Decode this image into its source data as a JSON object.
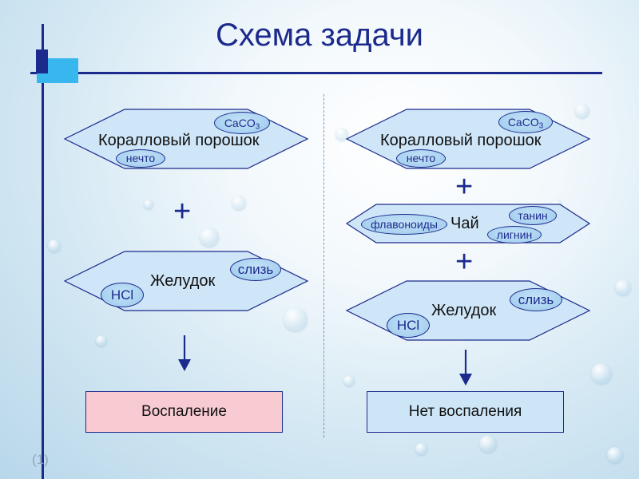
{
  "slide": {
    "title": "Схема задачи",
    "number": "(1)"
  },
  "left": {
    "top_shape": {
      "label": "Коралловый порошок",
      "tag_main": "CaCO",
      "tag_sub": "3",
      "tag_other": "нечто"
    },
    "plus": "+",
    "bottom_shape": {
      "label": "Желудок",
      "tag_hcl": "HCl",
      "tag_mucus": "слизь"
    },
    "result": "Воспаление"
  },
  "right": {
    "top_shape": {
      "label": "Коралловый порошок",
      "tag_main": "CaCO",
      "tag_sub": "3",
      "tag_other": "нечто"
    },
    "plus_1": "+",
    "tea_shape": {
      "label": "Чай",
      "tag_flavonoids": "флавоноиды",
      "tag_tannin": "танин",
      "tag_lignin": "лигнин"
    },
    "plus_2": "+",
    "bottom_shape": {
      "label": "Желудок",
      "tag_hcl": "HCl",
      "tag_mucus": "слизь"
    },
    "result": "Нет воспаления"
  },
  "colors": {
    "accent": "#1b2a8c",
    "hex_fill": "#cfe6f8",
    "result_left": "#f8cbd2",
    "result_right": "#cce5f7"
  }
}
